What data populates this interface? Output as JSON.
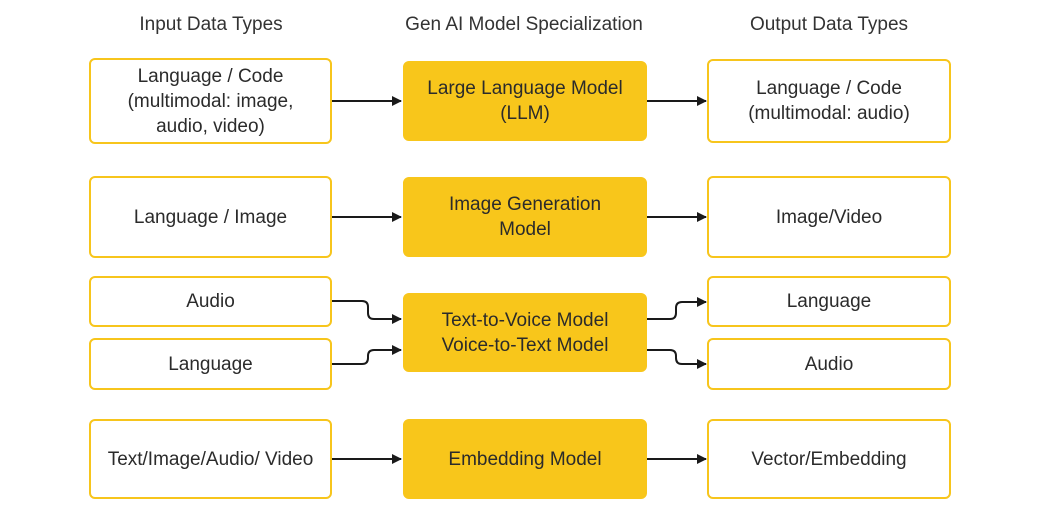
{
  "headers": {
    "input": "Input Data Types",
    "model": "Gen AI Model Specialization",
    "output": "Output Data Types"
  },
  "rows": [
    {
      "inputs": [
        "Language / Code\n(multimodal: image,\naudio, video)"
      ],
      "model": "Large Language Model\n(LLM)",
      "outputs": [
        "Language / Code\n(multimodal: audio)"
      ]
    },
    {
      "inputs": [
        "Language / Image"
      ],
      "model": "Image Generation\nModel",
      "outputs": [
        "Image/Video"
      ]
    },
    {
      "inputs": [
        "Audio",
        "Language"
      ],
      "model": "Text-to-Voice Model\nVoice-to-Text Model",
      "outputs": [
        "Language",
        "Audio"
      ]
    },
    {
      "inputs": [
        "Text/Image/Audio/ Video"
      ],
      "model": "Embedding Model",
      "outputs": [
        "Vector/Embedding"
      ]
    }
  ],
  "colors": {
    "accent": "#f8c61b",
    "box_border": "#f7c51c",
    "arrow": "#1a1a1a"
  }
}
